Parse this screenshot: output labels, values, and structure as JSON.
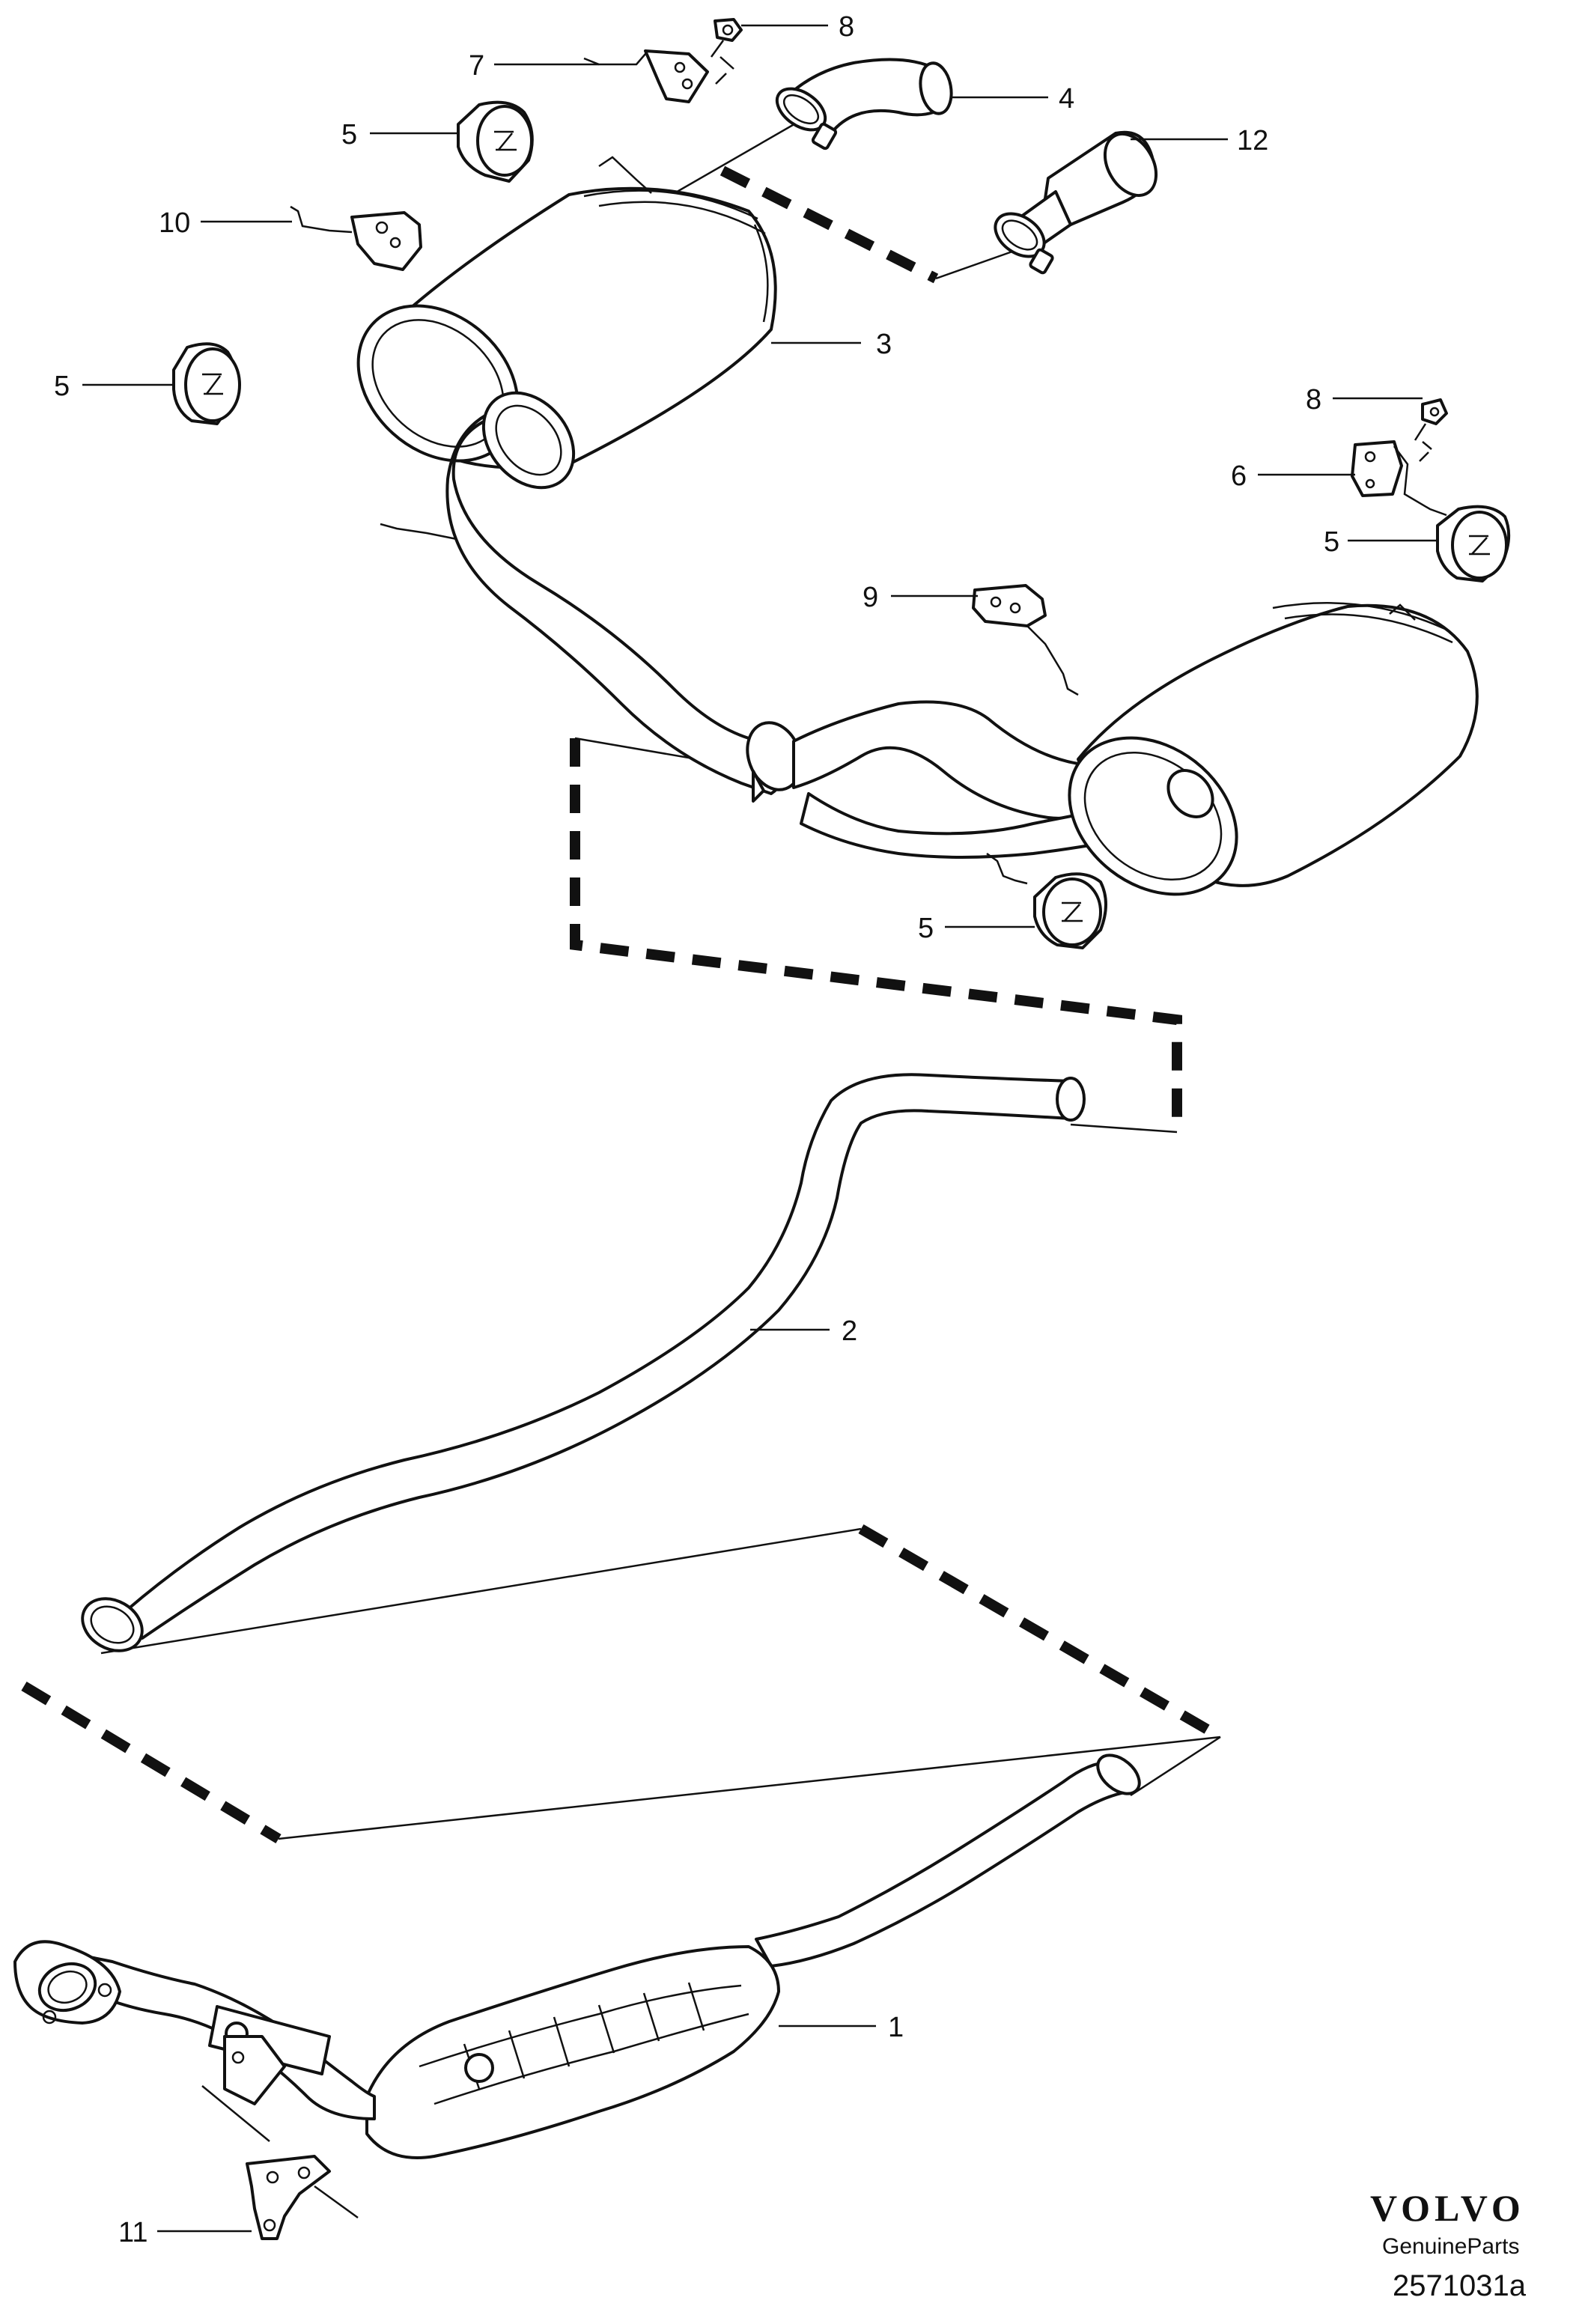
{
  "diagram": {
    "callouts": [
      {
        "id": "muffler-rear-left",
        "label": "3"
      },
      {
        "id": "tailpipe-bend",
        "label": "4"
      },
      {
        "id": "tailpipe-tip",
        "label": "12"
      },
      {
        "id": "hanger-bracket-top",
        "label": "7"
      },
      {
        "id": "bolt-top",
        "label": "8"
      },
      {
        "id": "bolt-right",
        "label": "8"
      },
      {
        "id": "rubber-mount-a",
        "label": "5"
      },
      {
        "id": "rubber-mount-b",
        "label": "5"
      },
      {
        "id": "rubber-mount-c",
        "label": "5"
      },
      {
        "id": "rubber-mount-d",
        "label": "5"
      },
      {
        "id": "hanger-bracket-left",
        "label": "10"
      },
      {
        "id": "hanger-bracket-right",
        "label": "6"
      },
      {
        "id": "hanger-bracket-mid",
        "label": "9"
      },
      {
        "id": "intermediate-pipe",
        "label": "2"
      },
      {
        "id": "catalytic-converter",
        "label": "1"
      },
      {
        "id": "converter-bracket",
        "label": "11"
      }
    ]
  },
  "brand": {
    "logo_text": "VOLVO",
    "subtitle": "GenuineParts",
    "diagram_code": "2571031a"
  }
}
